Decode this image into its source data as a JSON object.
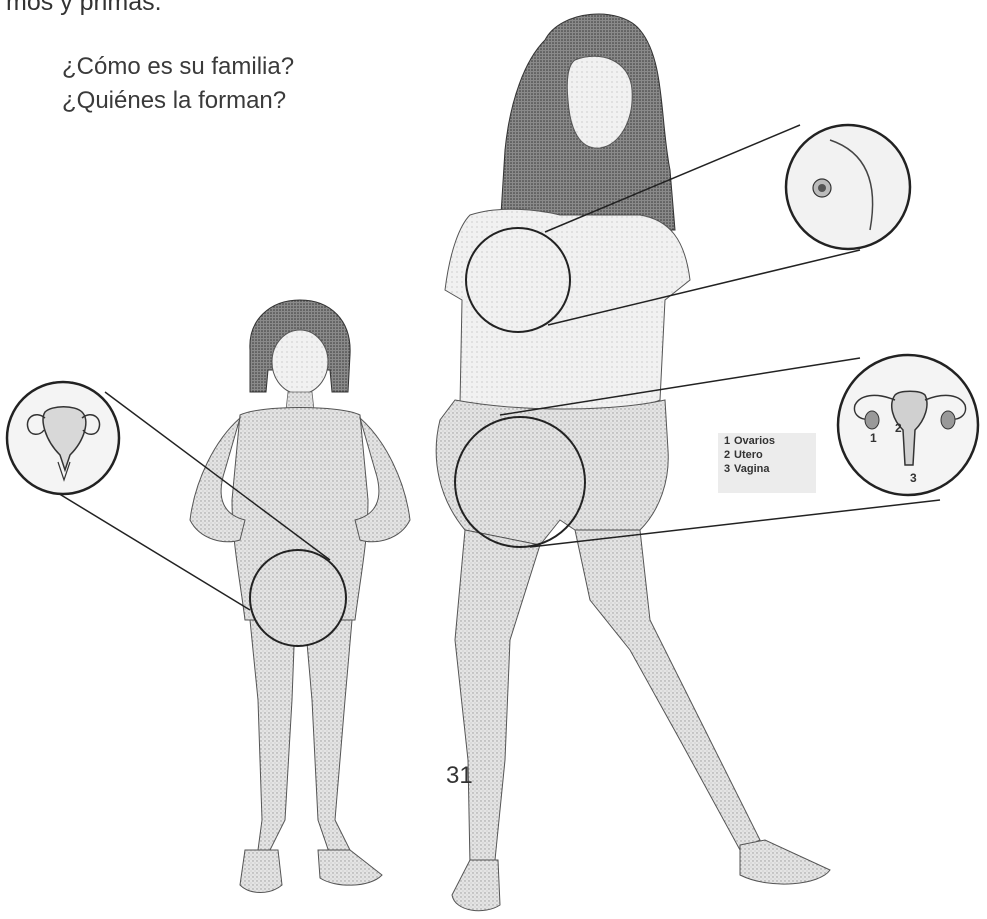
{
  "page": {
    "top_line": "mos y primas.",
    "questions": [
      "¿Cómo es su familia?",
      "¿Quiénes la forman?"
    ],
    "page_number": "31"
  },
  "legend": {
    "items": [
      {
        "num": "1",
        "label": "Ovarios"
      },
      {
        "num": "2",
        "label": "Utero"
      },
      {
        "num": "3",
        "label": "Vagina"
      }
    ]
  },
  "callout_numbers": [
    "1",
    "2",
    "3"
  ]
}
